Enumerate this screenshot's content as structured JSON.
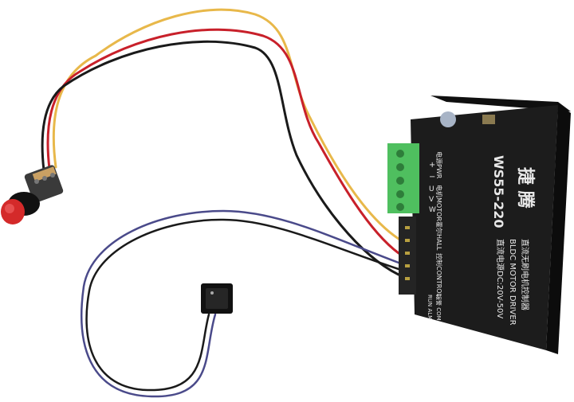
{
  "product": {
    "brand_chinese": "捷 腾",
    "model": "WS55-220",
    "title_chinese": "直流无刷电机控制器",
    "title_english": "BLDC MOTOR DRIVER",
    "power_spec": "直流电源DC:20V-50V"
  },
  "labels": {
    "power_pwr": "电源PWR",
    "motor": "电机MOTOR",
    "hall": "霍尔HALL",
    "control": "控制CONTROL",
    "alarm_com": "报警 COM",
    "run_alm": "RUN ALM",
    "plus": "+",
    "minus": "−",
    "u": "U",
    "v": "V",
    "w": "W"
  },
  "colors": {
    "housing": "#161616",
    "housing_face": "#1c1c1c",
    "terminal_green": "#4fbf5f",
    "wire_red": "#c8202a",
    "wire_yellow": "#e8b84a",
    "wire_black": "#1a1a1a",
    "wire_purple": "#4a4a8a",
    "knob": "#d42a2a"
  }
}
